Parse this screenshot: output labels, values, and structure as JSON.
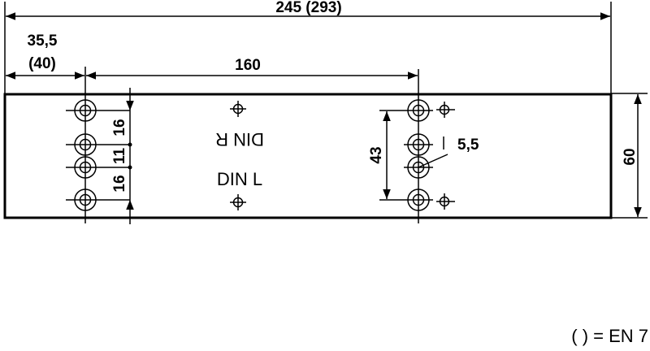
{
  "dimensions": {
    "overall_length": "245  (293)",
    "left_offset": "35,5",
    "left_offset_en7": "(40)",
    "hole_spacing": "160",
    "height": "60",
    "left_gap_top": "16",
    "left_gap_mid": "11",
    "left_gap_bottom": "16",
    "right_span": "43",
    "hole_diameter": "5,5"
  },
  "labels": {
    "din_r": "DIN R",
    "din_l": "DIN L",
    "legend": "(  ) = EN 7"
  }
}
